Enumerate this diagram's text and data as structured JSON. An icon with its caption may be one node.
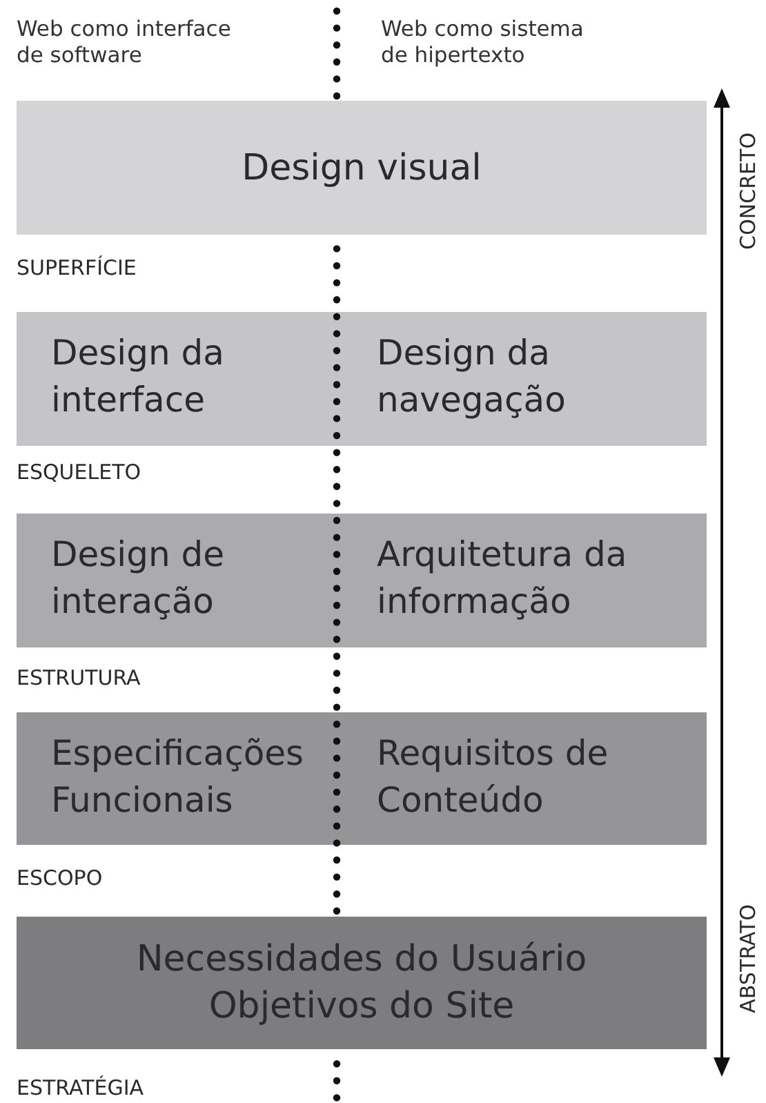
{
  "diagram": {
    "nodes": [
      {
        "text": [
          "Design visual"
        ]
      },
      {
        "text": [
          "Design da interface",
          "Design da navegação"
        ]
      },
      {
        "text": [
          "Design de interação",
          "Arquitetura da informação"
        ]
      },
      {
        "text": [
          "Especificações Funcionais",
          "Requisitos de Conteúdo"
        ]
      },
      {
        "text": [
          "Necessidades do Usuário",
          "Objetivos do Site"
        ]
      }
    ],
    "edges": [],
    "labels": [
      "Web como interface de software",
      "Web como sistema de hipertexto",
      "CONCRETO",
      "SUPERFÍCIE",
      "ESQUELETO",
      "ESTRUTURA",
      "ESCOPO",
      "ABSTRATO",
      "ESTRATÉGIA"
    ]
  }
}
